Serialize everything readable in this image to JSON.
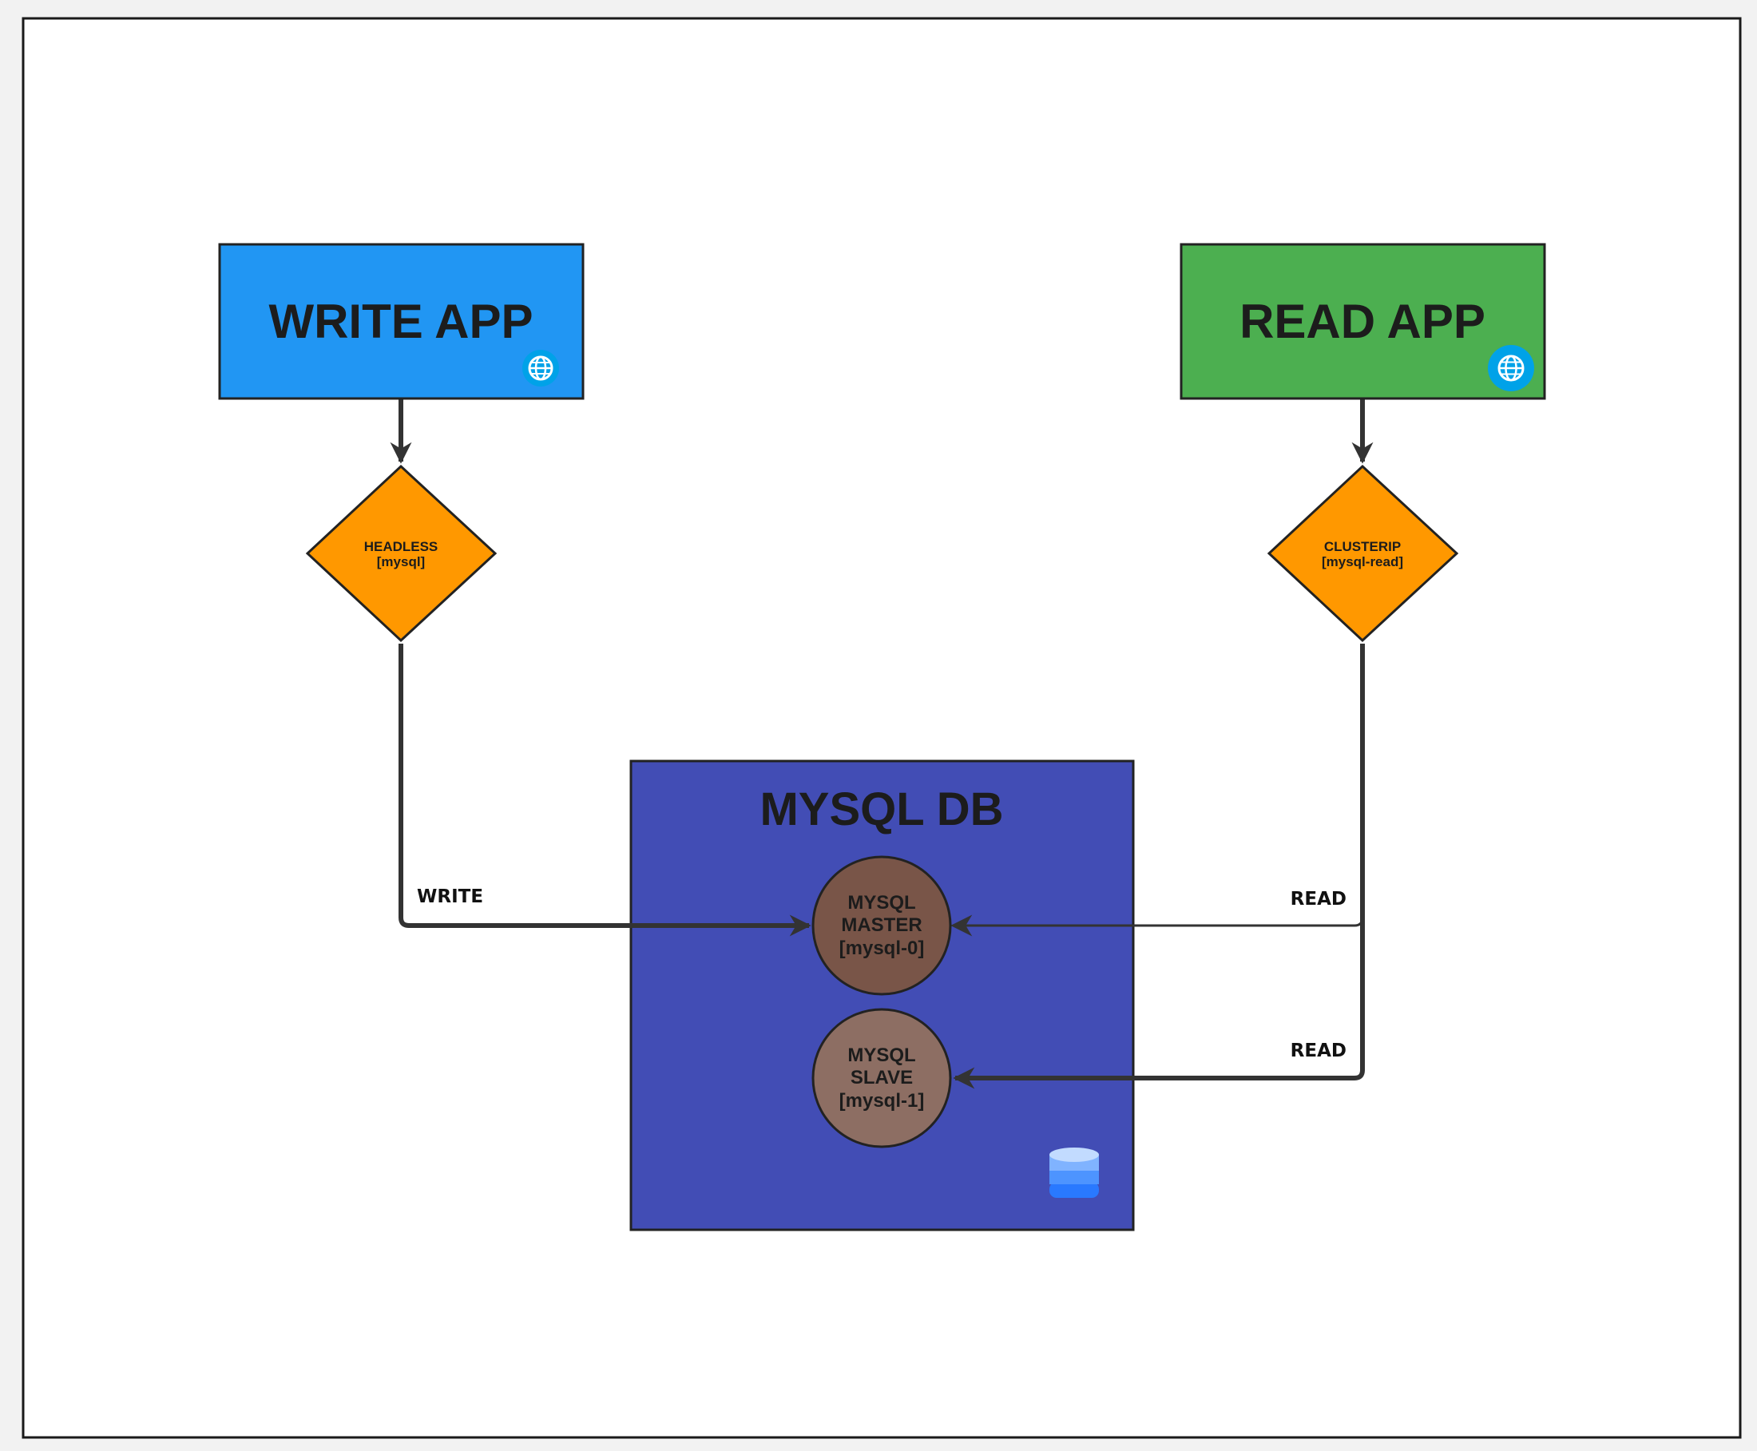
{
  "colors": {
    "page_background": "#f2f2f2",
    "frame_background": "#ffffff",
    "write_app": "#2196f3",
    "read_app": "#4caf50",
    "service_diamond": "#ff9800",
    "mysql_db": "#424db5",
    "master_pod": "#795548",
    "slave_pod": "#8d6e63",
    "connector": "#333333",
    "globe_badge": "#00a2e8"
  },
  "nodes": {
    "write_app": {
      "label": "WRITE APP",
      "icon": "globe-icon"
    },
    "read_app": {
      "label": "READ APP",
      "icon": "globe-icon"
    },
    "headless_service": {
      "line1": "HEADLESS",
      "line2": "[mysql]"
    },
    "clusterip_service": {
      "line1": "CLUSTERIP",
      "line2": "[mysql-read]"
    },
    "mysql_db": {
      "label": "MYSQL DB",
      "icon": "database-icon"
    },
    "mysql_master": {
      "line1": "MYSQL",
      "line2": "MASTER",
      "line3": "[mysql-0]"
    },
    "mysql_slave": {
      "line1": "MYSQL",
      "line2": "SLAVE",
      "line3": "[mysql-1]"
    }
  },
  "edges": {
    "write_to_master": {
      "label": "WRITE"
    },
    "read_to_master": {
      "label": "READ"
    },
    "read_to_slave": {
      "label": "READ"
    }
  }
}
